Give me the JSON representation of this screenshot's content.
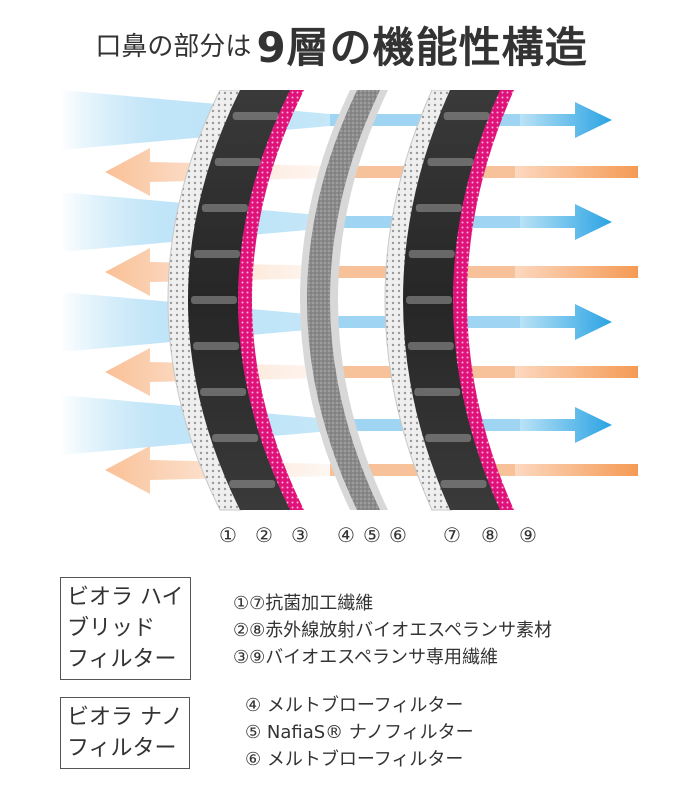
{
  "title": {
    "prefix": "口鼻の部分は",
    "main": "9層の機能性構造"
  },
  "diagram": {
    "layer_numbers": [
      "①",
      "②",
      "③",
      "④",
      "⑤",
      "⑥",
      "⑦",
      "⑧",
      "⑨"
    ],
    "colors": {
      "inflow": "#5ab8ea",
      "outflow": "#f7a466",
      "dark_layer": "#333333",
      "pink_layer": "#e0127a",
      "gray_layer": "#8c8c8c",
      "light_layer": "#e8e8e8"
    }
  },
  "legend": {
    "hybrid": {
      "label_lines": [
        "ビオラ ハイ",
        "ブリッド",
        "フィルター"
      ],
      "items": [
        "①⑦抗菌加工繊維",
        "②⑧赤外線放射バイオエスペランサ素材",
        "③⑨バイオエスペランサ専用繊維"
      ]
    },
    "nano": {
      "label_lines": [
        "ビオラ ナノ",
        "フィルター"
      ],
      "items": [
        "④ メルトブローフィルター",
        "⑤ NafiaS® ナノフィルター",
        "⑥ メルトブローフィルター"
      ]
    }
  }
}
